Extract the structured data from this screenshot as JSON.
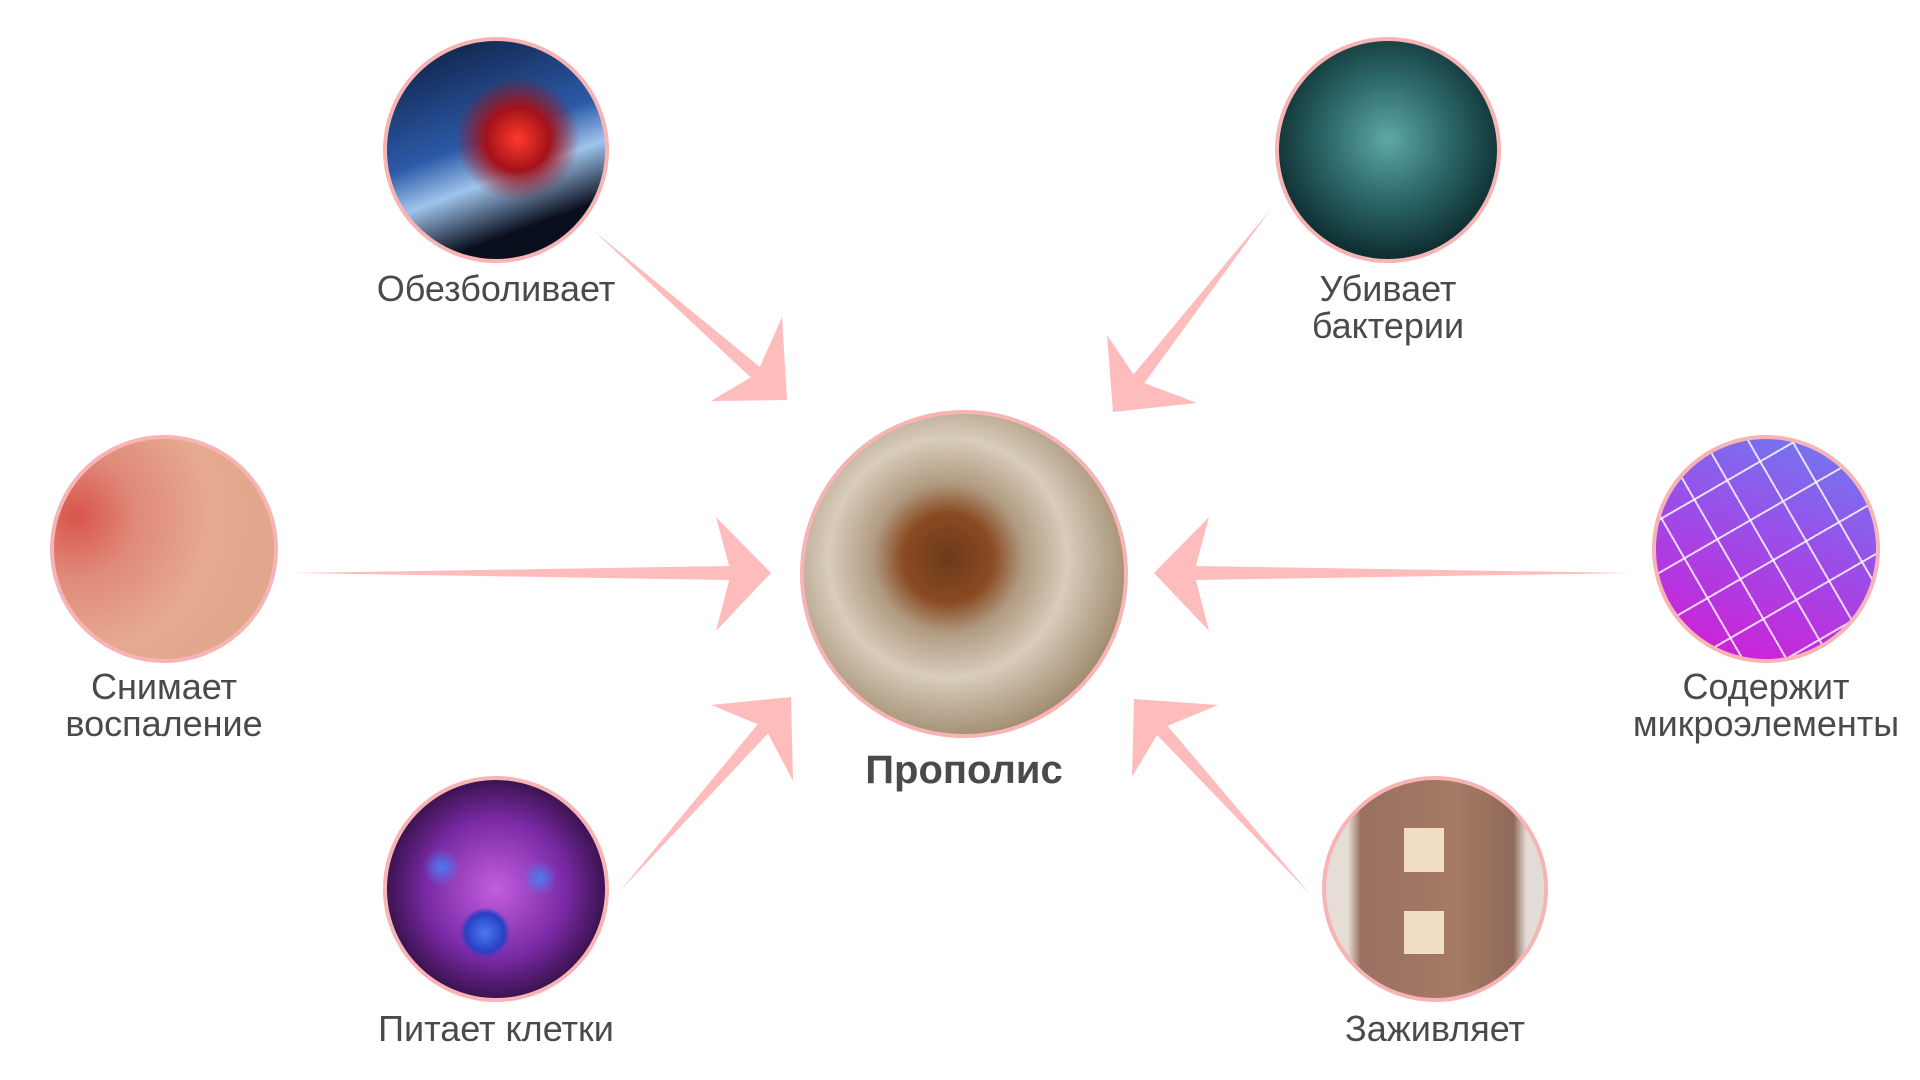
{
  "center": {
    "label": "Прополис",
    "image": "propolis-spoon"
  },
  "benefits": [
    {
      "id": "pain",
      "label_lines": [
        "Обезболивает"
      ],
      "image": "foot-xray"
    },
    {
      "id": "bacteria",
      "label_lines": [
        "Убивает",
        "бактерии"
      ],
      "image": "bacteria"
    },
    {
      "id": "inflammation",
      "label_lines": [
        "Снимает",
        "воспаление"
      ],
      "image": "skin"
    },
    {
      "id": "microelements",
      "label_lines": [
        "Содержит",
        "микроэлементы"
      ],
      "image": "periodic-table"
    },
    {
      "id": "cells",
      "label_lines": [
        "Питает клетки"
      ],
      "image": "cells"
    },
    {
      "id": "healing",
      "label_lines": [
        "Заживляет"
      ],
      "image": "bandaged-arm"
    }
  ],
  "colors": {
    "arrow": "#ffbcbc",
    "ring": "#f8b4b4",
    "text": "#4a4a4a"
  }
}
